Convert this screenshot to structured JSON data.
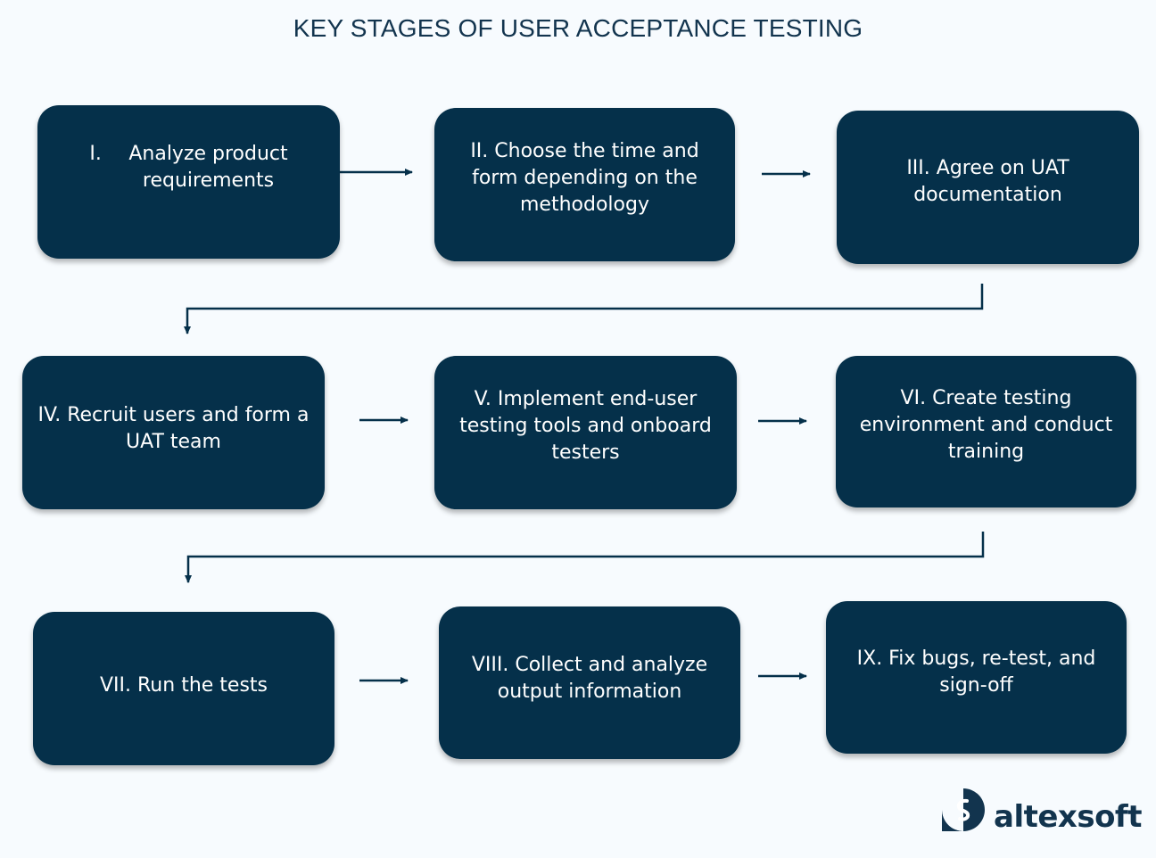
{
  "title": "KEY STAGES OF USER ACCEPTANCE TESTING",
  "colors": {
    "background": "#f7fbfe",
    "card": "#05304a",
    "text_on_card": "#ffffff",
    "title": "#12344e",
    "connector": "#05304a"
  },
  "stages": [
    {
      "number": "I.",
      "label": "Analyze product\nrequirements"
    },
    {
      "label": "II. Choose the time and\nform depending on the\nmethodology"
    },
    {
      "label": "III. Agree on UAT\ndocumentation"
    },
    {
      "label": "IV. Recruit users and form a\nUAT team"
    },
    {
      "label": "V. Implement end-user\ntesting tools and onboard\ntesters"
    },
    {
      "label": "VI. Create testing\nenvironment and conduct\ntraining"
    },
    {
      "label": "VII. Run the tests"
    },
    {
      "label": "VIII. Collect and analyze\noutput information"
    },
    {
      "label": "IX. Fix bugs, re-test, and\nsign-off"
    }
  ],
  "logo": {
    "text": "altexsoft",
    "icon": "altexsoft-logo-icon"
  }
}
